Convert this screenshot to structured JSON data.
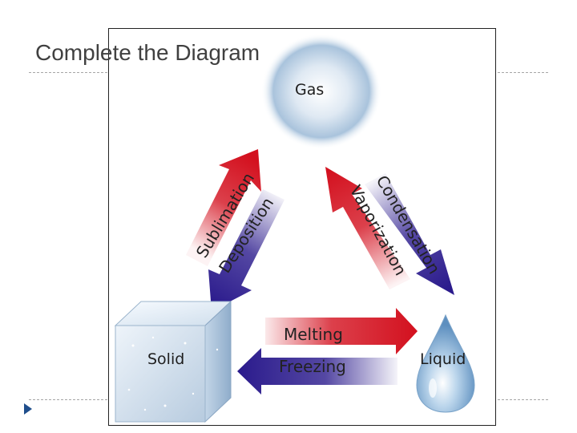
{
  "slide": {
    "title": "Complete the Diagram"
  },
  "diagram": {
    "states": {
      "gas": "Gas",
      "liquid": "Liquid",
      "solid": "Solid"
    },
    "transitions": {
      "sublimation": "Sublimation",
      "deposition": "Deposition",
      "condensation": "Condensation",
      "vaporization": "Vaporization",
      "melting": "Melting",
      "freezing": "Freezing"
    },
    "colors": {
      "heating_arrow": "#d3101e",
      "cooling_arrow": "#2a1a8c",
      "title_text": "#404040",
      "bullet": "#1f4e8c"
    }
  }
}
